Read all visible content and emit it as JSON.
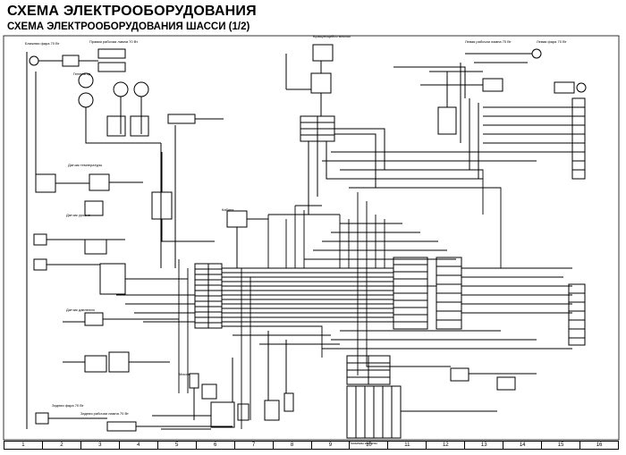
{
  "title": "СХЕМА ЭЛЕКТРООБОРУДОВАНИЯ",
  "subtitle": "СХЕМА ЭЛЕКТРООБОРУДОВАНИЯ ШАССИ (1/2)",
  "labels": {
    "generator": "Генератор",
    "cab": "Кабина",
    "bottom_table": "Разъемы кабины",
    "mass": "Масса"
  },
  "ruler": [
    "1",
    "2",
    "3",
    "4",
    "5",
    "6",
    "7",
    "8",
    "9",
    "10",
    "11",
    "12",
    "13",
    "14",
    "15",
    "16"
  ],
  "colors": {
    "ink": "#000000",
    "paper": "#ffffff"
  }
}
